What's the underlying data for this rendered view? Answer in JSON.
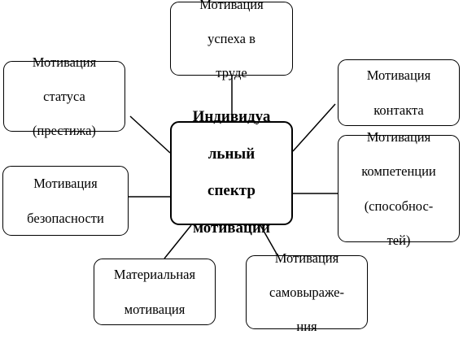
{
  "diagram": {
    "center": {
      "lines": [
        "Индивидуа",
        "льный",
        "спектр",
        "мотивации"
      ]
    },
    "nodes": [
      {
        "id": "success",
        "lines": [
          "Мотивация",
          "успеха в",
          "труде"
        ]
      },
      {
        "id": "status",
        "lines": [
          "Мотивация",
          "статуса",
          "(престижа)"
        ]
      },
      {
        "id": "contact",
        "lines": [
          "Мотивация",
          "контакта"
        ]
      },
      {
        "id": "safety",
        "lines": [
          "Мотивация",
          "безопасности"
        ]
      },
      {
        "id": "competence",
        "lines": [
          "Мотивация",
          "компетенции",
          "(способнос-",
          "тей)"
        ]
      },
      {
        "id": "material",
        "lines": [
          "Материальная",
          "мотивация"
        ]
      },
      {
        "id": "selfexpression",
        "lines": [
          "Мотивация",
          "самовыраже-",
          "ния"
        ]
      }
    ]
  }
}
